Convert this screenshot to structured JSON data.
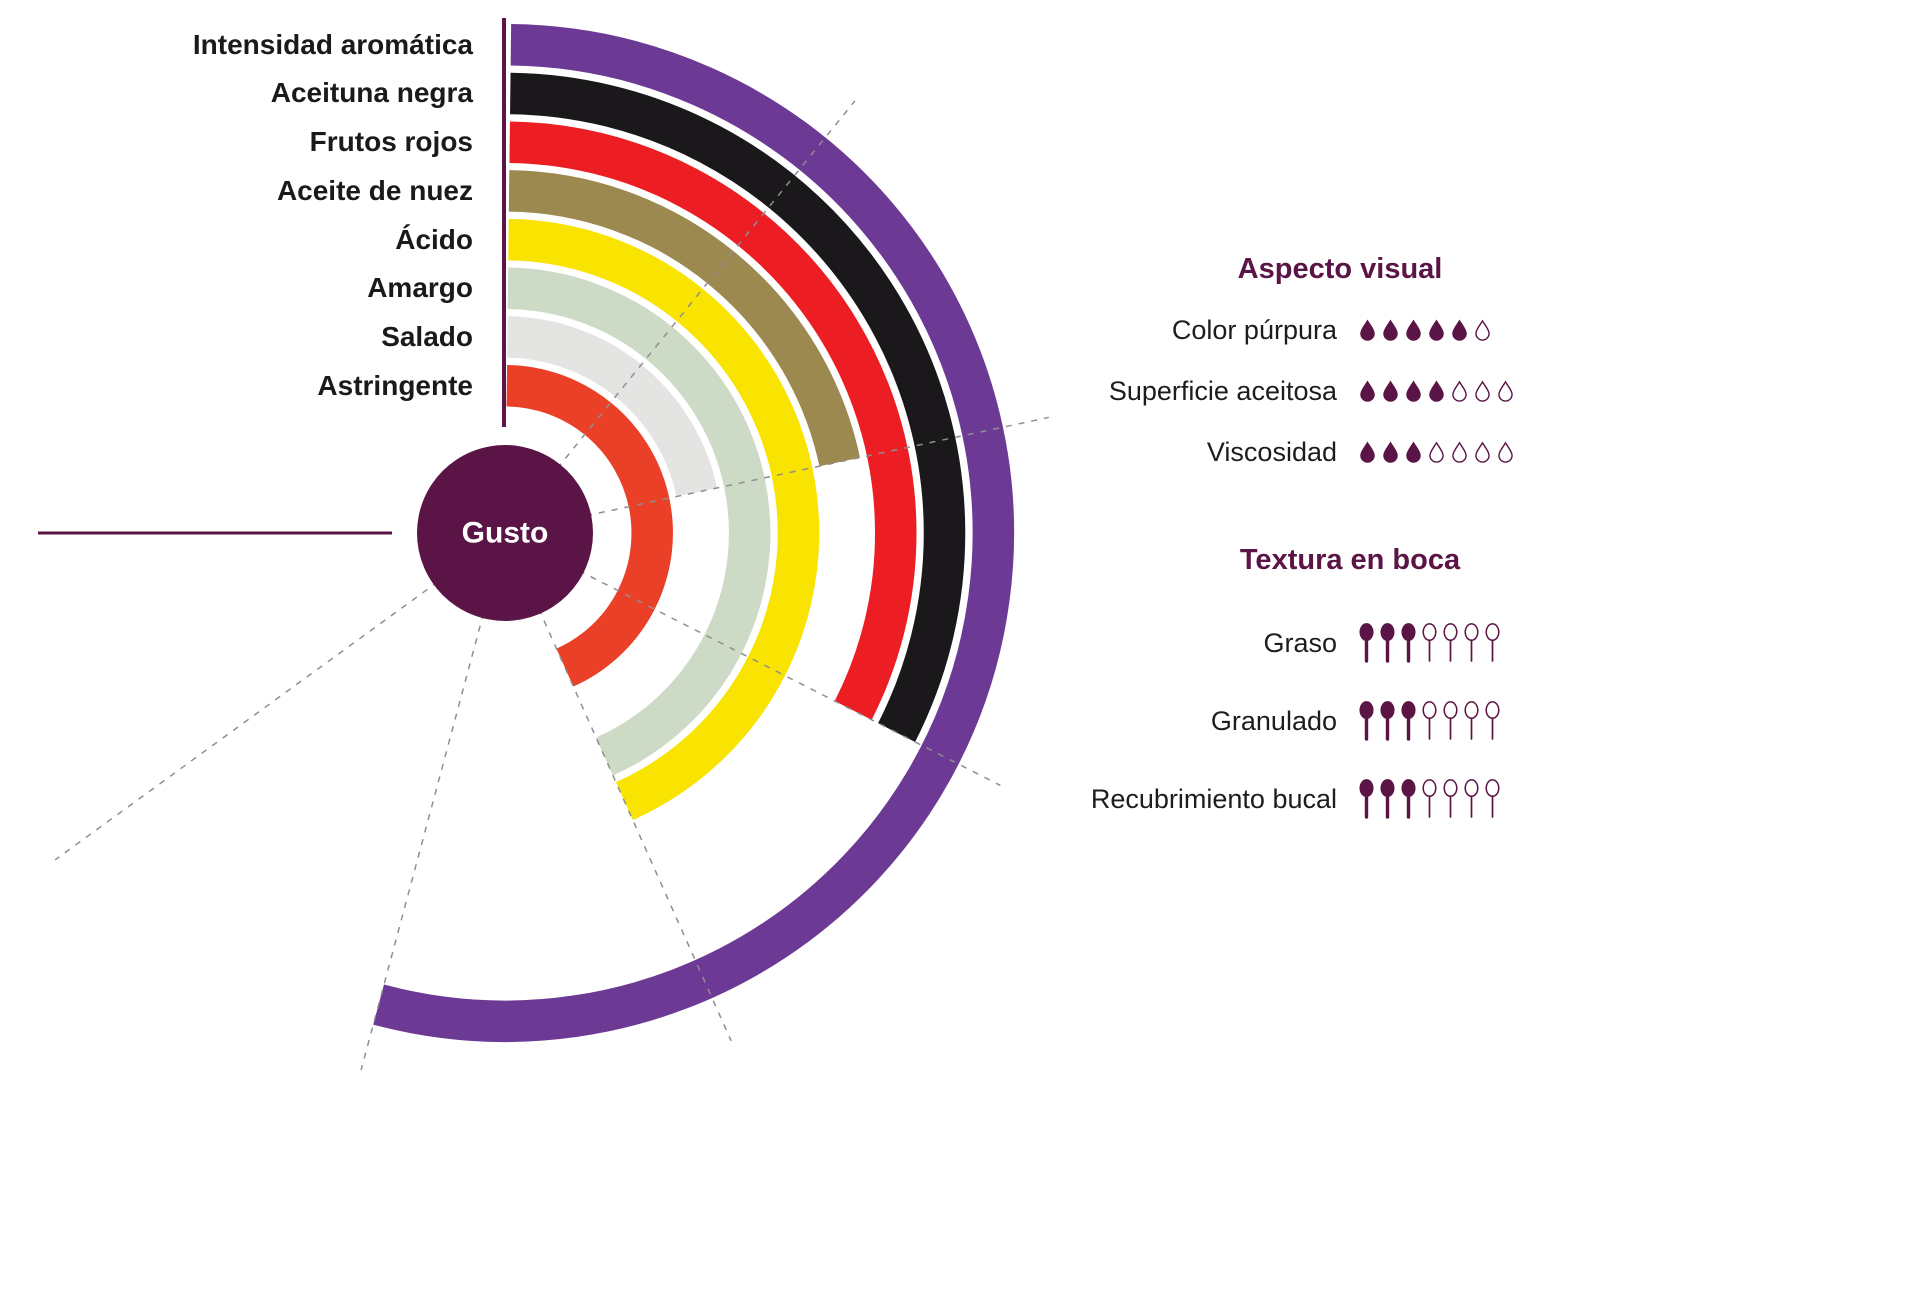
{
  "chart_data": {
    "type": "radial_bar",
    "center_label": "Gusto",
    "scale": {
      "min": 0,
      "max": 6,
      "unit_angle_deg": 39,
      "grid_units": [
        1,
        2,
        3,
        4,
        5,
        6
      ]
    },
    "categories": [
      "Intensidad aromática",
      "Aceituna negra",
      "Frutos rojos",
      "Aceite de nuez",
      "Ácido",
      "Amargo",
      "Salado",
      "Astringente"
    ],
    "values": [
      5,
      3,
      3,
      2,
      4,
      4,
      2,
      4
    ],
    "colors": [
      "#6c3a94",
      "#1b181c",
      "#ec1e24",
      "#9c8950",
      "#f9e300",
      "#cddac6",
      "#e4e4e2",
      "#ea4028"
    ],
    "legend_position": "left",
    "grid": "dashed-spokes"
  },
  "aspecto_visual": {
    "title": "Aspecto visual",
    "icon": "droplet",
    "rows": [
      {
        "label": "Color púrpura",
        "filled": 5,
        "total": 6
      },
      {
        "label": "Superficie aceitosa",
        "filled": 4,
        "total": 7
      },
      {
        "label": "Viscosidad",
        "filled": 3,
        "total": 7
      }
    ]
  },
  "textura_en_boca": {
    "title": "Textura en boca",
    "icon": "spoon",
    "rows": [
      {
        "label": "Graso",
        "filled": 3,
        "total": 7
      },
      {
        "label": "Granulado",
        "filled": 3,
        "total": 7
      },
      {
        "label": "Recubrimiento bucal",
        "filled": 3,
        "total": 7
      }
    ]
  },
  "colors": {
    "primary": "#5b1446",
    "text": "#1a1a1a",
    "dashed_grid": "#8f8f8f",
    "center_circle": "#5b1446",
    "center_text": "#ffffff"
  }
}
